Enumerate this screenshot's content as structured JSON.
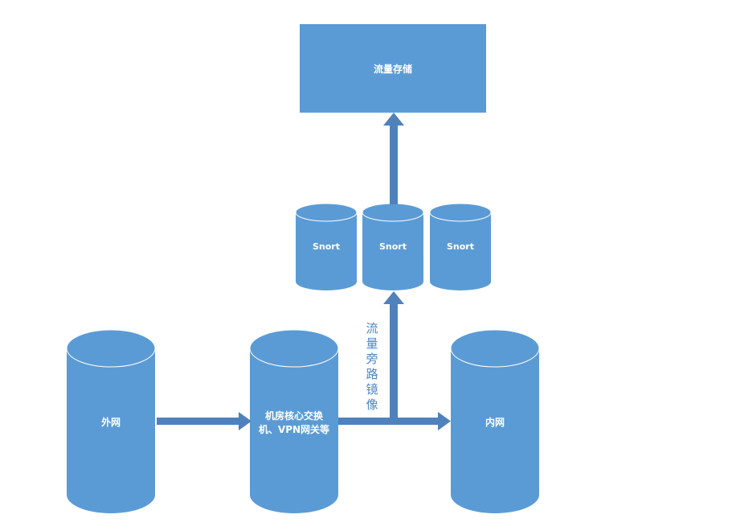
{
  "nodes": {
    "storage": {
      "label": "流量存储"
    },
    "snort_left": {
      "label": "Snort"
    },
    "snort_mid": {
      "label": "Snort"
    },
    "snort_right": {
      "label": "Snort"
    },
    "external": {
      "label": "外网"
    },
    "core_switch": {
      "label_line1": "机房核心交换",
      "label_line2": "机、VPN网关等"
    },
    "internal": {
      "label": "内网"
    }
  },
  "annotation": {
    "chars": [
      "流",
      "量",
      "旁",
      "路",
      "镜",
      "像"
    ]
  },
  "colors": {
    "shape_fill": "#5b9bd5",
    "shape_stroke": "#4a86c0",
    "arrow": "#4f81bd",
    "annotation_text": "#4a86c5"
  }
}
